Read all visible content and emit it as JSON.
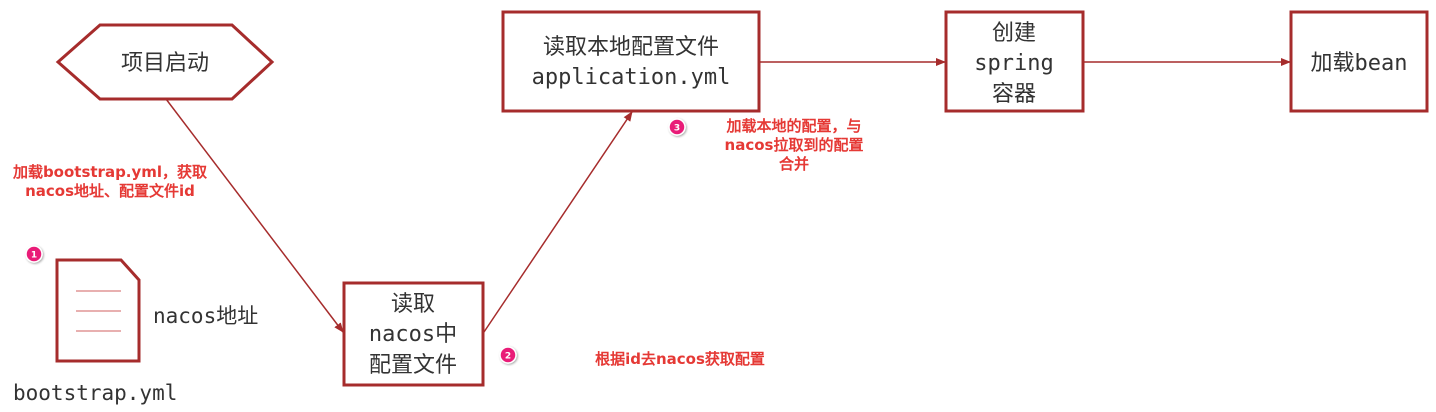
{
  "colors": {
    "box_stroke": "#a62c2c",
    "arrow": "#a62c2c",
    "note_text": "#e53935",
    "badge_fill": "#e91e78",
    "node_text": "#333333"
  },
  "nodes": {
    "start": {
      "label": "项目启动"
    },
    "read_nacos": {
      "lines": [
        "读取",
        "nacos中",
        "配置文件"
      ]
    },
    "read_local": {
      "lines": [
        "读取本地配置文件",
        "application.yml"
      ]
    },
    "create_spring": {
      "lines": [
        "创建",
        "spring",
        "容器"
      ]
    },
    "load_bean": {
      "label": "加载bean"
    }
  },
  "file": {
    "icon": "document-icon",
    "content_label": "nacos地址",
    "filename": "bootstrap.yml"
  },
  "notes": {
    "step1": {
      "badge": "1",
      "lines": [
        "加载bootstrap.yml，获取",
        "nacos地址、配置文件id"
      ]
    },
    "step2": {
      "badge": "2",
      "text": "根据id去nacos获取配置"
    },
    "step3": {
      "badge": "3",
      "lines": [
        "加载本地的配置，与",
        "nacos拉取到的配置",
        "合并"
      ]
    }
  }
}
